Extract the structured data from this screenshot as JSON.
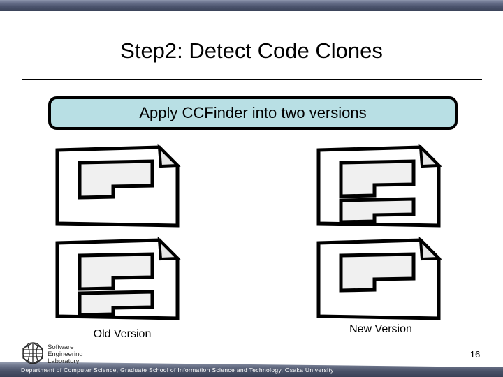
{
  "slide": {
    "title": "Step2: Detect Code Clones",
    "page_number": "16",
    "callout_text": "Apply CCFinder into two versions",
    "callout_fill": "#b8dfe4",
    "callout_border": "#000000",
    "top_band_color": "#4e5670",
    "footer_band_color": "#4a5268"
  },
  "labels": {
    "old_version": "Old Version",
    "new_version": "New Version"
  },
  "documents": [
    {
      "id": "old-version-top",
      "column": "old",
      "row": "top",
      "clone_region_count": 1,
      "has_folded_corner": true
    },
    {
      "id": "old-version-bottom",
      "column": "old",
      "row": "bottom",
      "clone_region_count": 2,
      "has_folded_corner": true
    },
    {
      "id": "new-version-top",
      "column": "new",
      "row": "top",
      "clone_region_count": 2,
      "has_folded_corner": true
    },
    {
      "id": "new-version-bottom",
      "column": "new",
      "row": "bottom",
      "clone_region_count": 1,
      "has_folded_corner": true
    }
  ],
  "logo": {
    "line1": "Software",
    "line2": "Engineering",
    "line3": "Laboratory",
    "icon": "globe-grid-icon"
  },
  "footer": {
    "text": "Department of Computer Science, Graduate School of Information Science and Technology, Osaka University"
  }
}
